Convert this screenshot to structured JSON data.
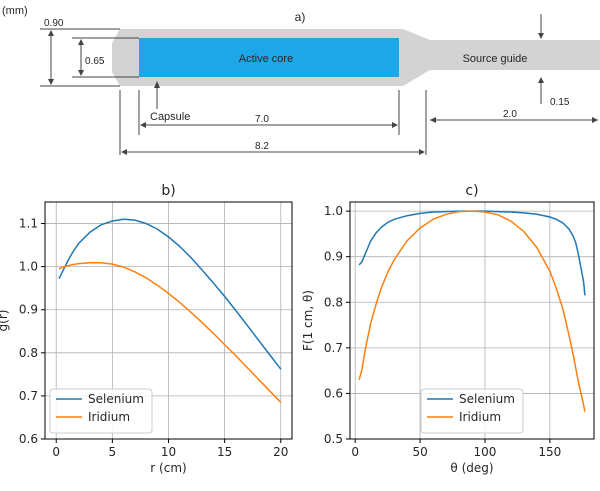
{
  "schematic": {
    "panel_label": "a)",
    "unit_label": "(mm)",
    "labels": {
      "active_core": "Active core",
      "source_guide": "Source guide",
      "capsule": "Capsule"
    },
    "dimensions": {
      "outer_diameter": "0.90",
      "core_diameter": "0.65",
      "core_length": "7.0",
      "total_length": "8.2",
      "guide_length": "2.0",
      "wall_thickness": "0.15"
    },
    "colors": {
      "capsule": "#d3d3d3",
      "core": "#1ea7e8"
    }
  },
  "chart_data": [
    {
      "type": "line",
      "panel_label": "b)",
      "xlabel": "r (cm)",
      "ylabel": "g(r)",
      "xlim": [
        -1,
        21
      ],
      "ylim": [
        0.6,
        1.15
      ],
      "xticks": [
        0,
        5,
        10,
        15,
        20
      ],
      "yticks": [
        0.6,
        0.7,
        0.8,
        0.9,
        1.0,
        1.1
      ],
      "xtick_labels": [
        "0",
        "5",
        "10",
        "15",
        "20"
      ],
      "ytick_labels": [
        "0.6",
        "0.7",
        "0.8",
        "0.9",
        "1.0",
        "1.1"
      ],
      "grid": true,
      "legend_position": "lower-left",
      "series": [
        {
          "name": "Selenium",
          "color": "#1f77b4",
          "x": [
            0.25,
            0.5,
            1,
            1.5,
            2,
            3,
            4,
            5,
            6,
            7,
            8,
            9,
            10,
            11,
            12,
            13,
            14,
            15,
            16,
            17,
            18,
            19,
            20
          ],
          "y": [
            0.972,
            0.985,
            1.012,
            1.035,
            1.054,
            1.08,
            1.097,
            1.106,
            1.11,
            1.108,
            1.1,
            1.087,
            1.069,
            1.047,
            1.021,
            0.992,
            0.962,
            0.931,
            0.898,
            0.864,
            0.83,
            0.796,
            0.762
          ]
        },
        {
          "name": "Iridium",
          "color": "#ff7f0e",
          "x": [
            0.25,
            0.5,
            1,
            1.5,
            2,
            3,
            4,
            5,
            6,
            7,
            8,
            9,
            10,
            11,
            12,
            13,
            14,
            15,
            16,
            17,
            18,
            19,
            20
          ],
          "y": [
            0.995,
            0.998,
            1.002,
            1.005,
            1.007,
            1.009,
            1.009,
            1.006,
            0.999,
            0.988,
            0.974,
            0.957,
            0.938,
            0.917,
            0.894,
            0.87,
            0.845,
            0.819,
            0.793,
            0.766,
            0.739,
            0.712,
            0.685
          ]
        }
      ]
    },
    {
      "type": "line",
      "panel_label": "c)",
      "xlabel": "θ (deg)",
      "ylabel": "F(1 cm, θ)",
      "xlim": [
        -4,
        184
      ],
      "ylim": [
        0.5,
        1.02
      ],
      "xticks": [
        0,
        50,
        100,
        150
      ],
      "yticks": [
        0.5,
        0.6,
        0.7,
        0.8,
        0.9,
        1.0
      ],
      "xtick_labels": [
        "0",
        "50",
        "100",
        "150"
      ],
      "ytick_labels": [
        "0.5",
        "0.6",
        "0.7",
        "0.8",
        "0.9",
        "1.0"
      ],
      "grid": true,
      "legend_position": "lower-center",
      "series": [
        {
          "name": "Selenium",
          "color": "#1f77b4",
          "x": [
            3,
            5,
            8,
            12,
            16,
            20,
            25,
            30,
            40,
            50,
            60,
            70,
            80,
            90,
            100,
            110,
            120,
            130,
            140,
            150,
            155,
            160,
            165,
            168,
            170,
            172,
            174,
            176,
            177
          ],
          "y": [
            0.882,
            0.888,
            0.908,
            0.935,
            0.952,
            0.964,
            0.975,
            0.982,
            0.99,
            0.995,
            0.998,
            0.999,
            1.0,
            1.0,
            1.0,
            0.999,
            0.998,
            0.996,
            0.993,
            0.987,
            0.982,
            0.974,
            0.96,
            0.945,
            0.93,
            0.905,
            0.875,
            0.845,
            0.815
          ]
        },
        {
          "name": "Iridium",
          "color": "#ff7f0e",
          "x": [
            3,
            5,
            8,
            12,
            16,
            20,
            25,
            30,
            40,
            50,
            60,
            70,
            80,
            90,
            100,
            110,
            120,
            130,
            140,
            150,
            155,
            160,
            165,
            168,
            170,
            172,
            174,
            176,
            177
          ],
          "y": [
            0.63,
            0.65,
            0.7,
            0.755,
            0.795,
            0.83,
            0.865,
            0.893,
            0.935,
            0.963,
            0.982,
            0.993,
            0.999,
            1.0,
            0.998,
            0.992,
            0.978,
            0.955,
            0.92,
            0.868,
            0.83,
            0.785,
            0.725,
            0.685,
            0.655,
            0.625,
            0.6,
            0.575,
            0.56
          ]
        }
      ]
    }
  ]
}
